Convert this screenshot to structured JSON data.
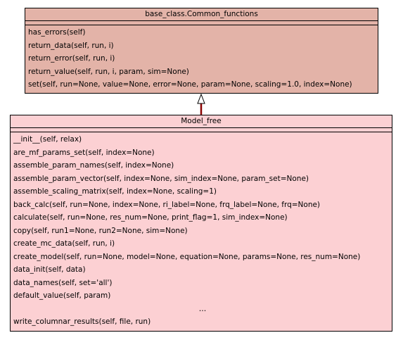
{
  "base_class": {
    "name": "base_class.Common_functions",
    "operations": [
      "has_errors(self)",
      "return_data(self, run, i)",
      "return_error(self, run, i)",
      "return_value(self, run, i, param, sim=None)",
      "set(self, run=None, value=None, error=None, param=None, scaling=1.0, index=None)"
    ]
  },
  "model_free": {
    "name": "Model_free",
    "operations": [
      "__init__(self, relax)",
      "are_mf_params_set(self, index=None)",
      "assemble_param_names(self, index=None)",
      "assemble_param_vector(self, index=None, sim_index=None, param_set=None)",
      "assemble_scaling_matrix(self, index=None, scaling=1)",
      "back_calc(self, run=None, index=None, ri_label=None, frq_label=None, frq=None)",
      "calculate(self, run=None, res_num=None, print_flag=1, sim_index=None)",
      "copy(self, run1=None, run2=None, sim=None)",
      "create_mc_data(self, run, i)",
      "create_model(self, run=None, model=None, equation=None, params=None, res_num=None)",
      "data_init(self, data)",
      "data_names(self, set='all')",
      "default_value(self, param)",
      "…",
      "write_columnar_results(self, file, run)"
    ]
  },
  "colors": {
    "base_fill": "#e3b3a8",
    "derived_fill": "#fcd0d3",
    "arrow_line": "#8b0000"
  }
}
